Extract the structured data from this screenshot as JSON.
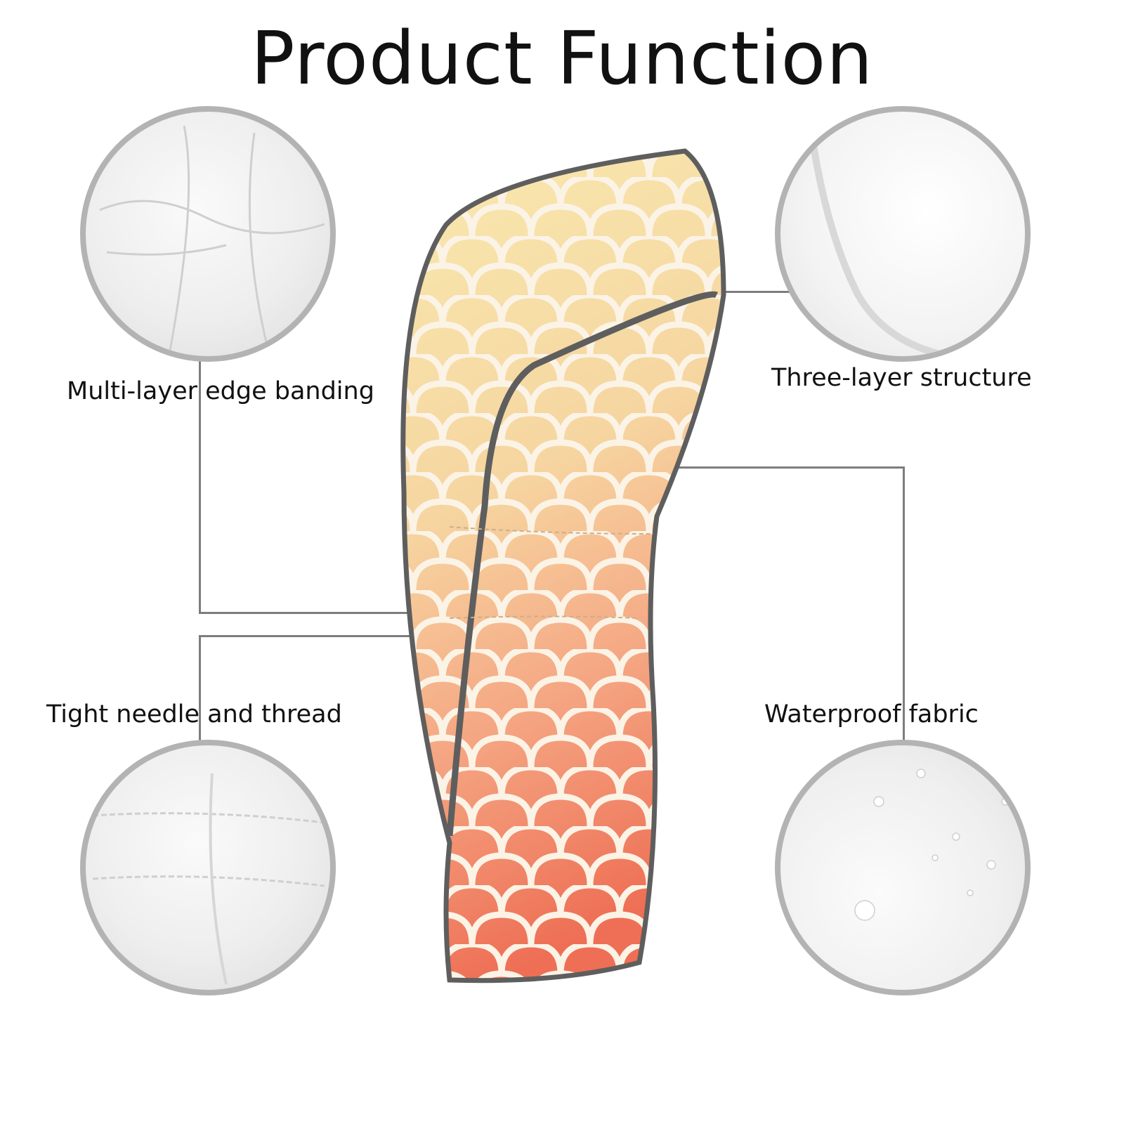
{
  "title": "Product Function",
  "features": {
    "top_left": "Multi-layer edge banding",
    "top_right": "Three-layer structure",
    "bottom_left": "Tight needle and thread",
    "bottom_right": "Waterproof fabric"
  },
  "colors": {
    "top": "#f8e6a8",
    "mid": "#f7c9a0",
    "bottom": "#f0785a",
    "piping": "#5e5e5e",
    "circle_border": "#b3b3b3"
  }
}
